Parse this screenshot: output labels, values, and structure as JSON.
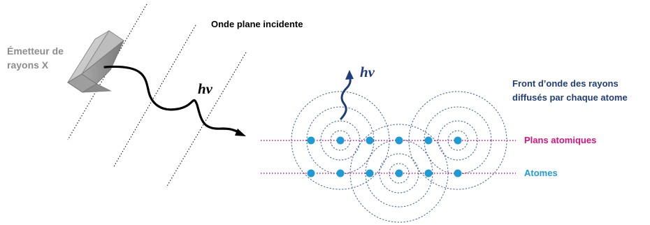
{
  "labels": {
    "emitter_line1": "Émetteur de",
    "emitter_line2": "rayons X",
    "incident_wave": "Onde plane incidente",
    "photon_left": "hν",
    "photon_right": "hν",
    "wavefront_line1": "Front d’onde des rayons",
    "wavefront_line2": "diffusés  par chaque atome",
    "atomic_planes": "Plans atomiques",
    "atoms": "Atomes"
  },
  "colors": {
    "text_dark": "#000000",
    "emitter_text": "#8c8c8c",
    "navy": "#1f3d7a",
    "magenta": "#d6127a",
    "atom_blue": "#1e9ad6",
    "emitter_body": "#9a9a9a"
  }
}
